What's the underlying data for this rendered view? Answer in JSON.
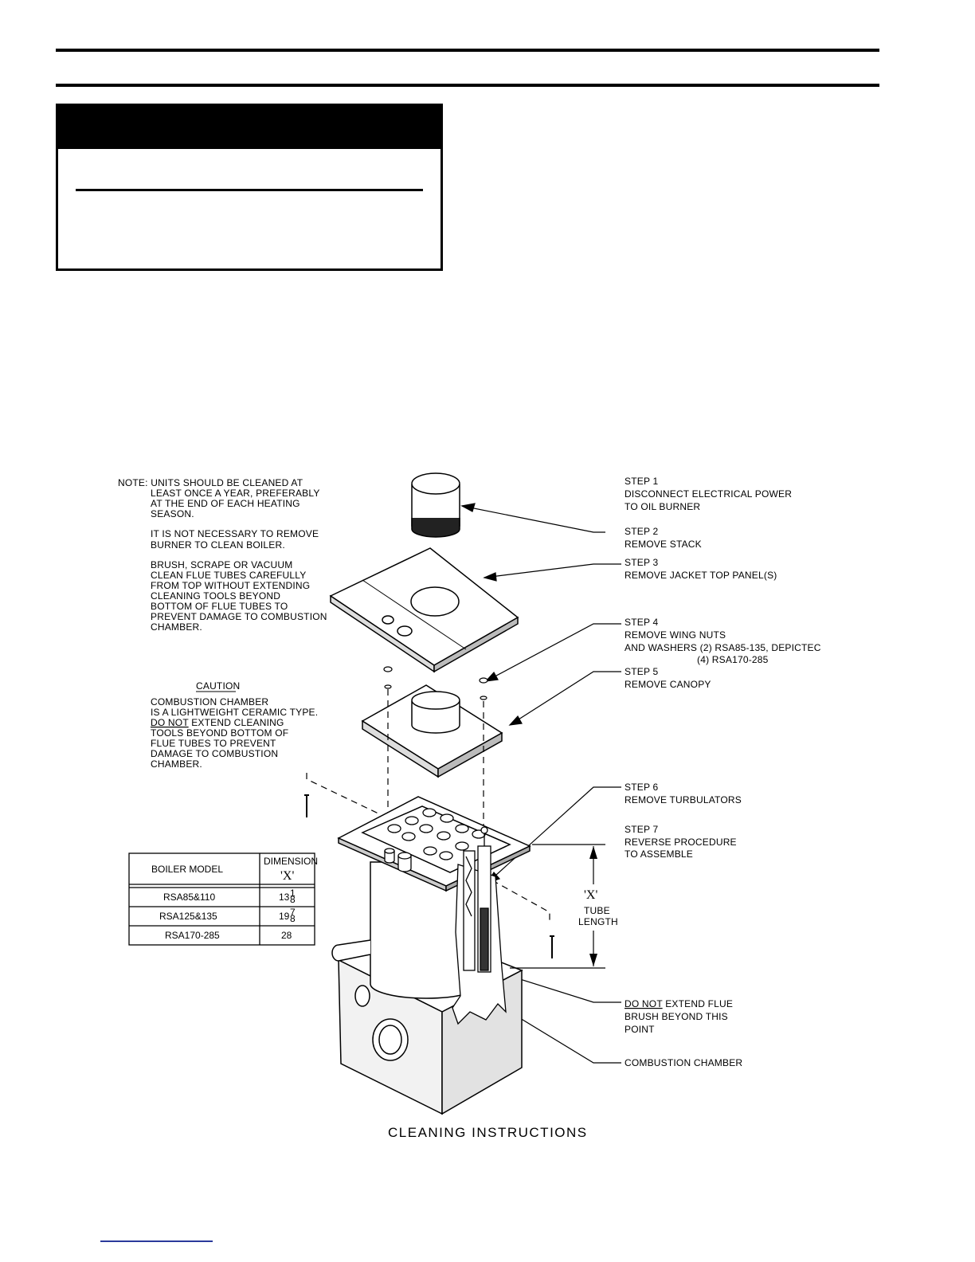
{
  "note": {
    "lines": [
      "NOTE: UNITS SHOULD BE CLEANED AT",
      "LEAST ONCE A YEAR, PREFERABLY",
      "AT THE END OF EACH HEATING",
      "SEASON.",
      "IT IS NOT NECESSARY TO REMOVE",
      "BURNER TO CLEAN BOILER.",
      "BRUSH, SCRAPE OR VACUUM",
      "CLEAN FLUE TUBES CAREFULLY",
      "FROM TOP WITHOUT EXTENDING",
      "CLEANING TOOLS BEYOND",
      "BOTTOM OF FLUE TUBES TO",
      "PREVENT DAMAGE TO COMBUSTION",
      "CHAMBER."
    ]
  },
  "caution": {
    "title": "CAUTION",
    "line1": "COMBUSTION CHAMBER",
    "line2": "IS A LIGHTWEIGHT CERAMIC TYPE.",
    "line3_emph": "DO NOT",
    "line3_rest": " EXTEND CLEANING",
    "line4": "TOOLS BEYOND BOTTOM OF",
    "line5": "FLUE TUBES TO PREVENT",
    "line6": "DAMAGE TO COMBUSTION",
    "line7": "CHAMBER."
  },
  "steps": {
    "s1_title": "STEP 1",
    "s1_l1": "DISCONNECT ELECTRICAL POWER",
    "s1_l2": "TO OIL BURNER",
    "s2_title": "STEP 2",
    "s2_l1": "REMOVE STACK",
    "s3_title": "STEP 3",
    "s3_l1": "REMOVE JACKET TOP PANEL(S)",
    "s4_title": "STEP 4",
    "s4_l1": "REMOVE WING NUTS",
    "s4_l2": "AND WASHERS (2) RSA85-135, DEPICTEC",
    "s4_l3": "(4) RSA170-285",
    "s5_title": "STEP 5",
    "s5_l1": "REMOVE CANOPY",
    "s6_title": "STEP 6",
    "s6_l1": "REMOVE TURBULATORS",
    "s7_title": "STEP 7",
    "s7_l1": "REVERSE PROCEDURE",
    "s7_l2": "TO ASSEMBLE"
  },
  "donot": {
    "emph": "DO NOT",
    "rest": " EXTEND FLUE",
    "l2": "BRUSH BEYOND THIS",
    "l3": "POINT"
  },
  "combustion_label": "COMBUSTION CHAMBER",
  "dimension": {
    "x_label": "'X'",
    "tube": "TUBE",
    "length": "LENGTH"
  },
  "table": {
    "col1": "BOILER MODEL",
    "col2a": "DIMENSION",
    "col2b": "'X'",
    "rows": [
      {
        "model": "RSA85&110",
        "dim_whole": "13",
        "dim_num": "1",
        "dim_den": "8"
      },
      {
        "model": "RSA125&135",
        "dim_whole": "19",
        "dim_num": "7",
        "dim_den": "8"
      },
      {
        "model": "RSA170-285",
        "dim_whole": "28",
        "dim_num": "",
        "dim_den": ""
      }
    ]
  },
  "caption": "CLEANING INSTRUCTIONS"
}
